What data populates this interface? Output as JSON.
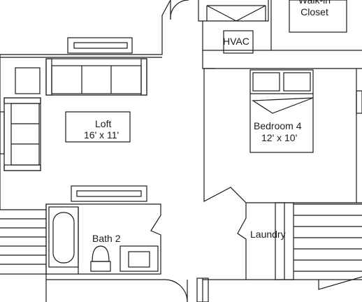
{
  "rooms": {
    "walk_in_closet": {
      "name_line1": "Walk-in",
      "name_line2": "Closet"
    },
    "hvac": {
      "name": "HVAC"
    },
    "loft": {
      "name": "Loft",
      "dimensions": "16' x 11'"
    },
    "bedroom4": {
      "name": "Bedroom 4",
      "dimensions": "12' x 10'"
    },
    "bath2": {
      "name": "Bath 2"
    },
    "laundry": {
      "name": "Laundry"
    }
  },
  "colors": {
    "line": "#1a1a1a",
    "background": "#ffffff"
  }
}
